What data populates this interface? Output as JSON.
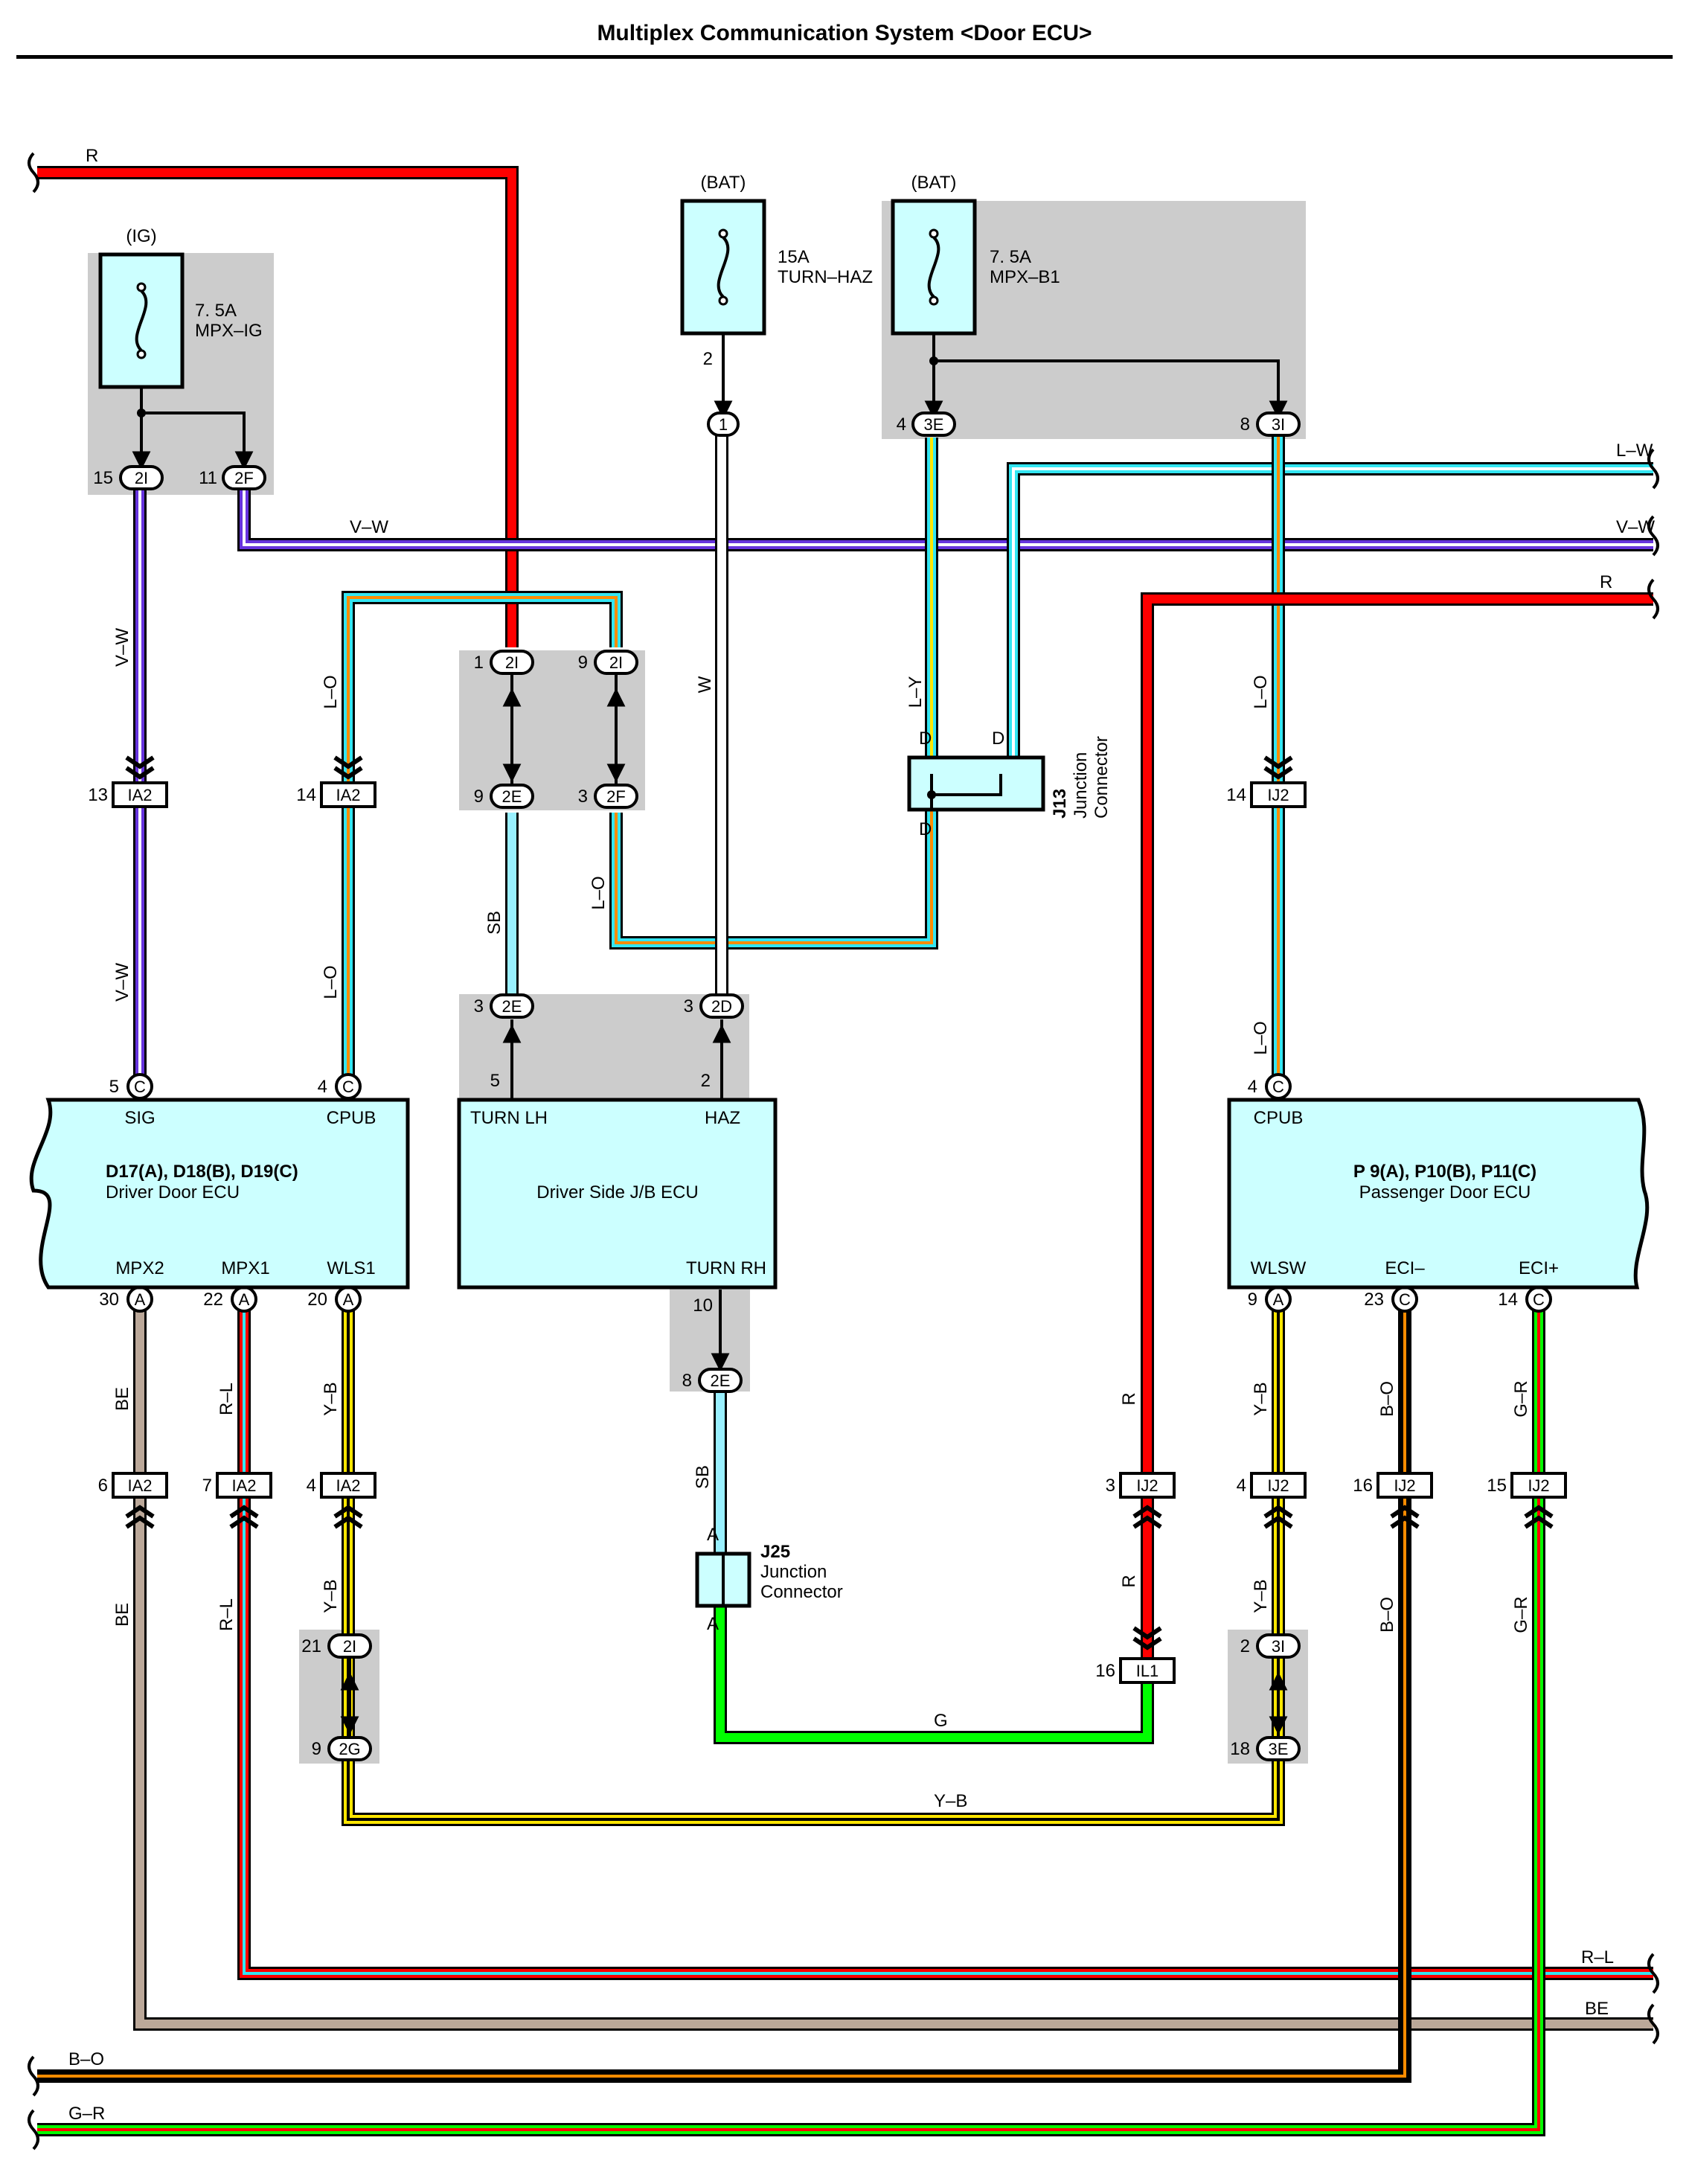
{
  "title": "Multiplex Communication System <Door ECU>",
  "colors": {
    "R": "#ff0000",
    "V": "#6633dd",
    "L": "#33e6f2",
    "O": "#ff8c00",
    "Y": "#ffe600",
    "SB": "#99f0ff",
    "G": "#00ff00",
    "W": "#ffffff",
    "BE": "#bba899",
    "B": "#000000",
    "box": "#ccffff",
    "shade": "#cccccc"
  },
  "sources": {
    "ig": "(IG)",
    "bat1": "(BAT)",
    "bat2": "(BAT)"
  },
  "fuses": [
    {
      "amp": "7. 5A",
      "name": "MPX–IG"
    },
    {
      "amp": "15A",
      "name": "TURN–HAZ"
    },
    {
      "amp": "7. 5A",
      "name": "MPX–B1"
    }
  ],
  "ecus": {
    "driver": {
      "codes": "D17(A), D18(B), D19(C)",
      "name": "Driver Door ECU",
      "terminals": [
        "SIG",
        "CPUB",
        "MPX2",
        "MPX1",
        "WLS1"
      ]
    },
    "jb": {
      "name": "Driver Side J/B ECU",
      "terminals": [
        "TURN LH",
        "HAZ",
        "TURN RH"
      ]
    },
    "passenger": {
      "codes": "P 9(A), P10(B), P11(C)",
      "name": "Passenger Door ECU",
      "terminals": [
        "CPUB",
        "WLSW",
        "ECI–",
        "ECI+"
      ]
    }
  },
  "junctions": [
    {
      "code": "J13",
      "name1": "Junction",
      "name2": "Connector",
      "pin": "D"
    },
    {
      "code": "J25",
      "name1": "Junction",
      "name2": "Connector",
      "pin": "A"
    }
  ],
  "connectors": [
    {
      "pin": "15",
      "code": "2I"
    },
    {
      "pin": "11",
      "code": "2F"
    },
    {
      "pin": "2",
      "code": ""
    },
    {
      "pin": "",
      "code": "1"
    },
    {
      "pin": "4",
      "code": "3E"
    },
    {
      "pin": "8",
      "code": "3I"
    },
    {
      "pin": "1",
      "code": "2I"
    },
    {
      "pin": "9",
      "code": "2I"
    },
    {
      "pin": "9",
      "code": "2E"
    },
    {
      "pin": "3",
      "code": "2F"
    },
    {
      "pin": "13",
      "code": "IA2"
    },
    {
      "pin": "14",
      "code": "IA2"
    },
    {
      "pin": "14",
      "code": "IJ2"
    },
    {
      "pin": "3",
      "code": "2E"
    },
    {
      "pin": "3",
      "code": "2D"
    },
    {
      "pin": "5",
      "code": ""
    },
    {
      "pin": "2",
      "code": ""
    },
    {
      "pin": "5",
      "code": "C"
    },
    {
      "pin": "4",
      "code": "C"
    },
    {
      "pin": "4",
      "code": "C"
    },
    {
      "pin": "30",
      "code": "A"
    },
    {
      "pin": "22",
      "code": "A"
    },
    {
      "pin": "20",
      "code": "A"
    },
    {
      "pin": "10",
      "code": ""
    },
    {
      "pin": "8",
      "code": "2E"
    },
    {
      "pin": "9",
      "code": "A"
    },
    {
      "pin": "23",
      "code": "C"
    },
    {
      "pin": "14",
      "code": "C"
    },
    {
      "pin": "6",
      "code": "IA2"
    },
    {
      "pin": "7",
      "code": "IA2"
    },
    {
      "pin": "4",
      "code": "IA2"
    },
    {
      "pin": "3",
      "code": "IJ2"
    },
    {
      "pin": "4",
      "code": "IJ2"
    },
    {
      "pin": "16",
      "code": "IJ2"
    },
    {
      "pin": "15",
      "code": "IJ2"
    },
    {
      "pin": "21",
      "code": "2I"
    },
    {
      "pin": "9",
      "code": "2G"
    },
    {
      "pin": "16",
      "code": "IL1"
    },
    {
      "pin": "2",
      "code": "3I"
    },
    {
      "pin": "18",
      "code": "3E"
    }
  ],
  "wires": [
    {
      "label": "R"
    },
    {
      "label": "L–W"
    },
    {
      "label": "V–W"
    },
    {
      "label": "V–W"
    },
    {
      "label": "R"
    },
    {
      "label": "V–W"
    },
    {
      "label": "V–W"
    },
    {
      "label": "L–O"
    },
    {
      "label": "L–O"
    },
    {
      "label": "W"
    },
    {
      "label": "L–Y"
    },
    {
      "label": "L–O"
    },
    {
      "label": "L–O"
    },
    {
      "label": "SB"
    },
    {
      "label": "L–O"
    },
    {
      "label": "BE"
    },
    {
      "label": "R–L"
    },
    {
      "label": "Y–B"
    },
    {
      "label": "BE"
    },
    {
      "label": "R–L"
    },
    {
      "label": "Y–B"
    },
    {
      "label": "SB"
    },
    {
      "label": "G"
    },
    {
      "label": "R"
    },
    {
      "label": "R"
    },
    {
      "label": "Y–B"
    },
    {
      "label": "Y–B"
    },
    {
      "label": "B–O"
    },
    {
      "label": "B–O"
    },
    {
      "label": "G–R"
    },
    {
      "label": "G–R"
    },
    {
      "label": "Y–B"
    },
    {
      "label": "R–L"
    },
    {
      "label": "BE"
    },
    {
      "label": "B–O"
    },
    {
      "label": "G–R"
    }
  ]
}
